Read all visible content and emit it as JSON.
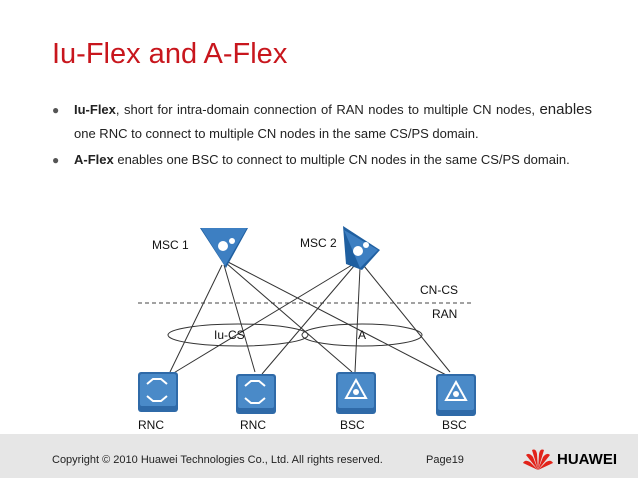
{
  "slide": {
    "title": "Iu-Flex and A-Flex"
  },
  "bullets": [
    {
      "term": "Iu-Flex",
      "text_a": ", short for intra-domain connection of RAN nodes to multiple CN nodes,",
      "text_big": "enables",
      "text_b": " one RNC to connect to multiple CN nodes in the same CS/PS domain."
    },
    {
      "term": "A-Flex",
      "text": " enables one BSC to connect to multiple CN nodes in the same CS/PS domain."
    }
  ],
  "diagram": {
    "msc1": "MSC 1",
    "msc2": "MSC 2",
    "cn_cs": "CN-CS",
    "ran": "RAN",
    "iu_cs": "Iu-CS",
    "a": "A",
    "nodes": [
      "RNC",
      "RNC",
      "BSC",
      "BSC"
    ]
  },
  "footer": {
    "copyright": "Copyright © 2010 Huawei Technologies Co., Ltd. All rights reserved.",
    "page": "Page19",
    "brand": "HUAWEI"
  }
}
